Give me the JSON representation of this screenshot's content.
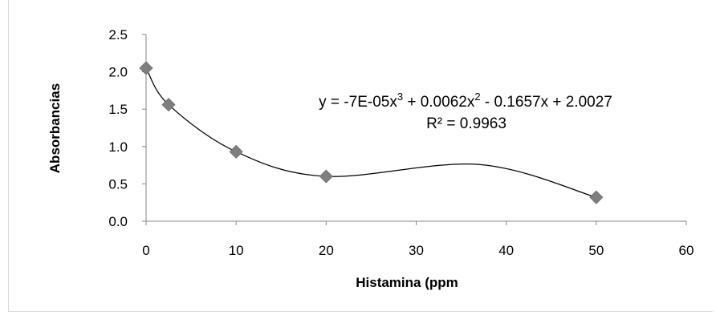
{
  "chart_data": {
    "type": "scatter",
    "xlabel": "Histamina (ppm",
    "ylabel": "Absorbancias",
    "xlim": [
      0,
      60
    ],
    "ylim": [
      0,
      2.5
    ],
    "x_ticks": [
      "0",
      "10",
      "20",
      "30",
      "40",
      "50",
      "60"
    ],
    "y_ticks": [
      "0.0",
      "0.5",
      "1.0",
      "1.5",
      "2.0",
      "2.5"
    ],
    "grid": false,
    "legend": "none",
    "marker": "diamond",
    "marker_color": "#7f7f7f",
    "line_color": "#000000",
    "series": [
      {
        "x": [
          0,
          2.5,
          10,
          20,
          50
        ],
        "y": [
          2.05,
          1.56,
          0.93,
          0.6,
          0.32
        ]
      }
    ],
    "trendline": {
      "type": "polynomial",
      "order": 3,
      "coefficients": [
        -7e-05,
        0.0062,
        -0.1657,
        2.0027
      ],
      "x_range": [
        0,
        50
      ],
      "equation_parts": {
        "prefix": "y = -7E-05x",
        "sup1": "3",
        "mid": " + 0.0062x",
        "sup2": "2",
        "suffix": " - 0.1657x + 2.0027"
      },
      "r2_label": "R² = 0.9963"
    }
  }
}
